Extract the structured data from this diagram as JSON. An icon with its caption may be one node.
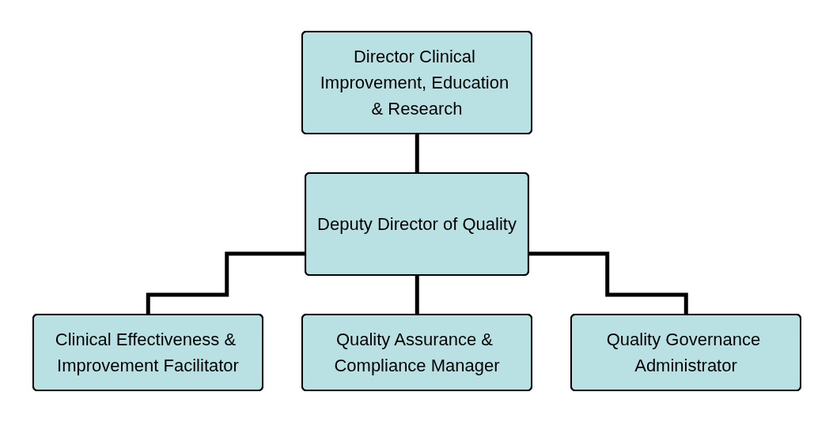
{
  "diagram": {
    "nodes": [
      {
        "text": [
          "Director Clinical Improvement, Education & Research"
        ]
      },
      {
        "text": [
          "Deputy Director of Quality"
        ]
      },
      {
        "text": [
          "Clinical Effectiveness & Improvement Facilitator"
        ]
      },
      {
        "text": [
          "Quality Assurance & Compliance Manager"
        ]
      },
      {
        "text": [
          "Quality Governance Administrator"
        ]
      }
    ],
    "edges": [
      {
        "from": 0,
        "to": 1,
        "arrow": "none"
      },
      {
        "from": 1,
        "to": 2,
        "arrow": "none"
      },
      {
        "from": 1,
        "to": 3,
        "arrow": "none"
      },
      {
        "from": 1,
        "to": 4,
        "arrow": "none"
      }
    ]
  }
}
